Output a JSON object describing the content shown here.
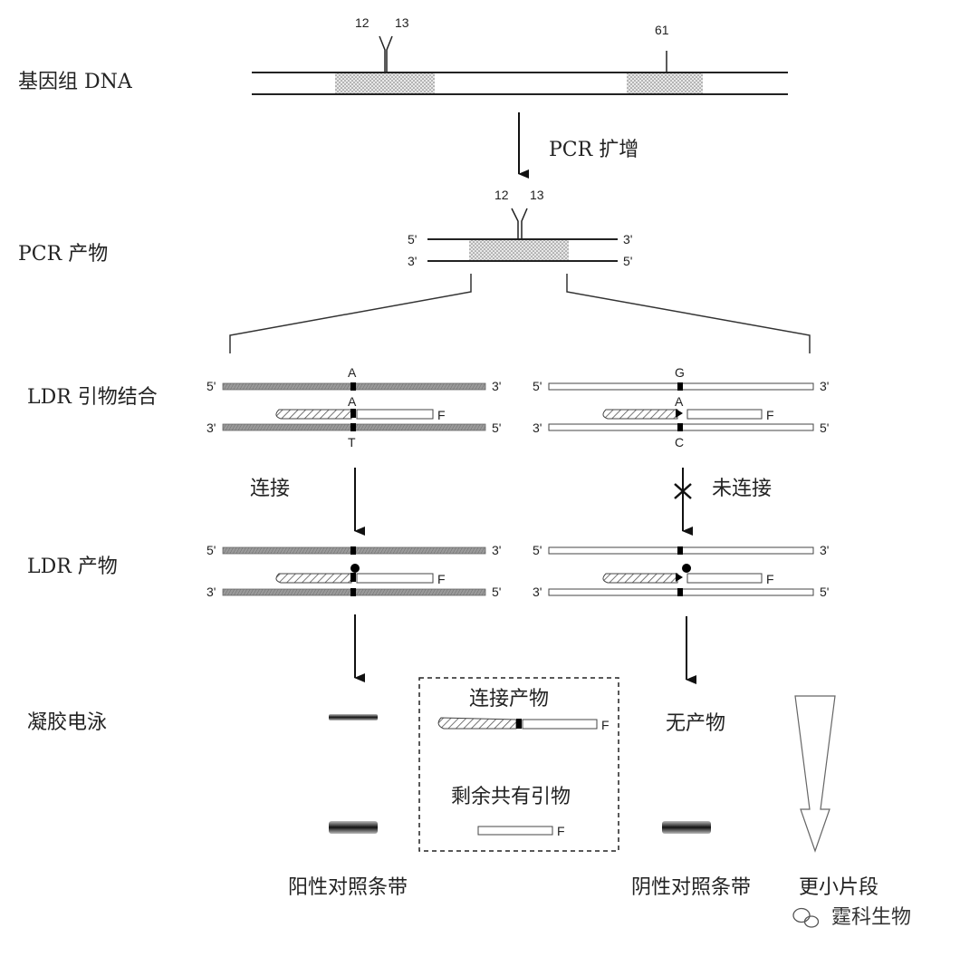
{
  "stages": {
    "genomic_dna": "基因组 DNA",
    "pcr_product": "PCR 产物",
    "ldr_binding": "LDR 引物结合",
    "ldr_product": "LDR 产物",
    "gel": "凝胶电泳"
  },
  "codons": {
    "c12": "12",
    "c13": "13",
    "c61": "61"
  },
  "pcr_step": "PCR 扩增",
  "ends": {
    "five": "5'",
    "three": "3'"
  },
  "bases": {
    "left_top": "A",
    "left_probe": "A",
    "left_bottom": "T",
    "right_top": "G",
    "right_probe": "A",
    "right_bottom": "C"
  },
  "probe_tag": "F",
  "ligation": {
    "yes": "连接",
    "no": "未连接"
  },
  "gel_box": {
    "ligated_product": "连接产物",
    "residual_primer": "剩余共有引物"
  },
  "no_product": "无产物",
  "captions": {
    "positive": "阳性对照条带",
    "negative": "阴性对照条带",
    "smaller": "更小片段"
  },
  "watermark": "霆科生物"
}
